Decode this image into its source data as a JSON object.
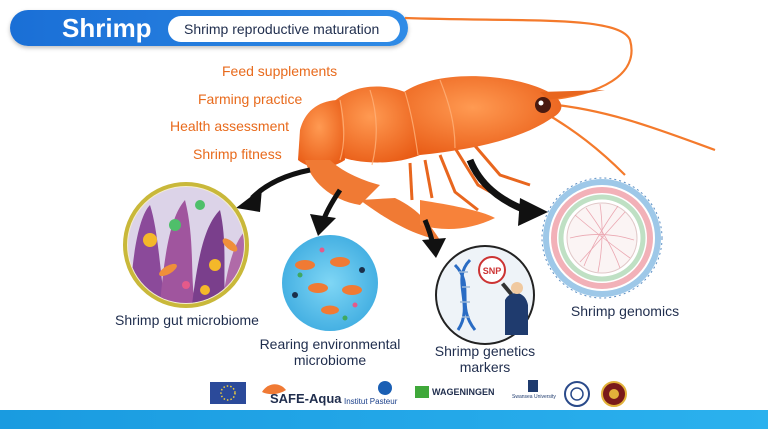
{
  "header": {
    "title": "Shrimp",
    "subtitle": "Shrimp reproductive maturation"
  },
  "topics": [
    "Feed supplements",
    "Farming practice",
    "Health assessment",
    "Shrimp fitness"
  ],
  "outputs": {
    "gut": "Shrimp gut microbiome",
    "rearing": [
      "Rearing environmental",
      "microbiome"
    ],
    "genetics": [
      "Shrimp genetics",
      "markers"
    ],
    "genomics": "Shrimp genomics"
  },
  "genetics_badge": "SNP",
  "logos": {
    "safe_aqua": "SAFE-Aqua",
    "pasteur": "Institut Pasteur",
    "wageningen": "WAGENINGEN",
    "swansea": "Swansea University"
  },
  "colors": {
    "header_blue": "#1a6fd6",
    "topic_orange": "#e86a1c",
    "shrimp_orange": "#f47a2c",
    "label_navy": "#1f2d4d"
  }
}
